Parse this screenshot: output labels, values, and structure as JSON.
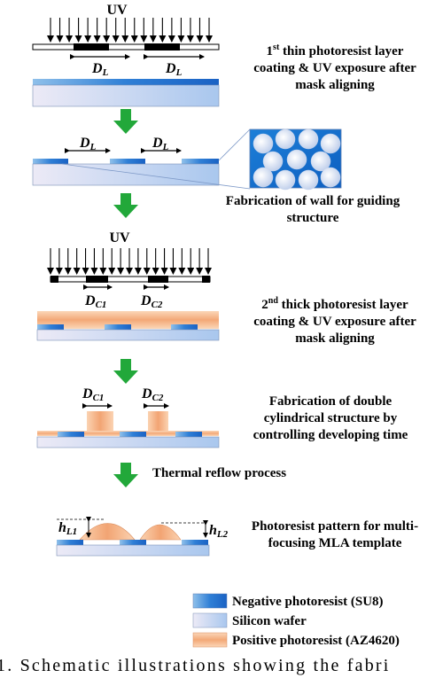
{
  "labels": {
    "uv": "UV",
    "dl": "D",
    "dl_sub": "L",
    "dc1": "D",
    "dc1_sub": "C1",
    "dc2": "D",
    "dc2_sub": "C2",
    "hl1": "h",
    "hl1_sub": "L1",
    "hl2": "h",
    "hl2_sub": "L2"
  },
  "steps": {
    "step1": {
      "sup": "st",
      "line1": " thin photoresist layer",
      "num": "1",
      "line2": "coating & UV exposure after",
      "line3": "mask aligning"
    },
    "step2": {
      "line1": "Fabrication of wall for guiding",
      "line2": "structure"
    },
    "step3": {
      "num": "2",
      "sup": "nd",
      "line1": " thick photoresist layer",
      "line2": "coating & UV exposure after",
      "line3": "mask aligning"
    },
    "step4": {
      "line1": "Fabrication of double",
      "line2": "cylindrical structure by",
      "line3": "controlling developing time"
    },
    "step5": {
      "line1": "Thermal reflow process"
    },
    "step6": {
      "line1": "Photoresist pattern for multi-",
      "line2": "focusing MLA template"
    }
  },
  "legend": [
    {
      "label": "Negative photoresist (SU8)",
      "color": "#1f6fd0"
    },
    {
      "label": "Silicon wafer",
      "color": "#b9cff0"
    },
    {
      "label": "Positive photoresist (AZ4620)",
      "color": "#f6b98c"
    }
  ],
  "caption": "1. Schematic illustrations showing the fabri",
  "colors": {
    "arrow_green": "#22a83a",
    "su8_blue": "#1f6fd0",
    "wafer_light": "#dfe9f8",
    "az_orange": "#f6b98c"
  }
}
